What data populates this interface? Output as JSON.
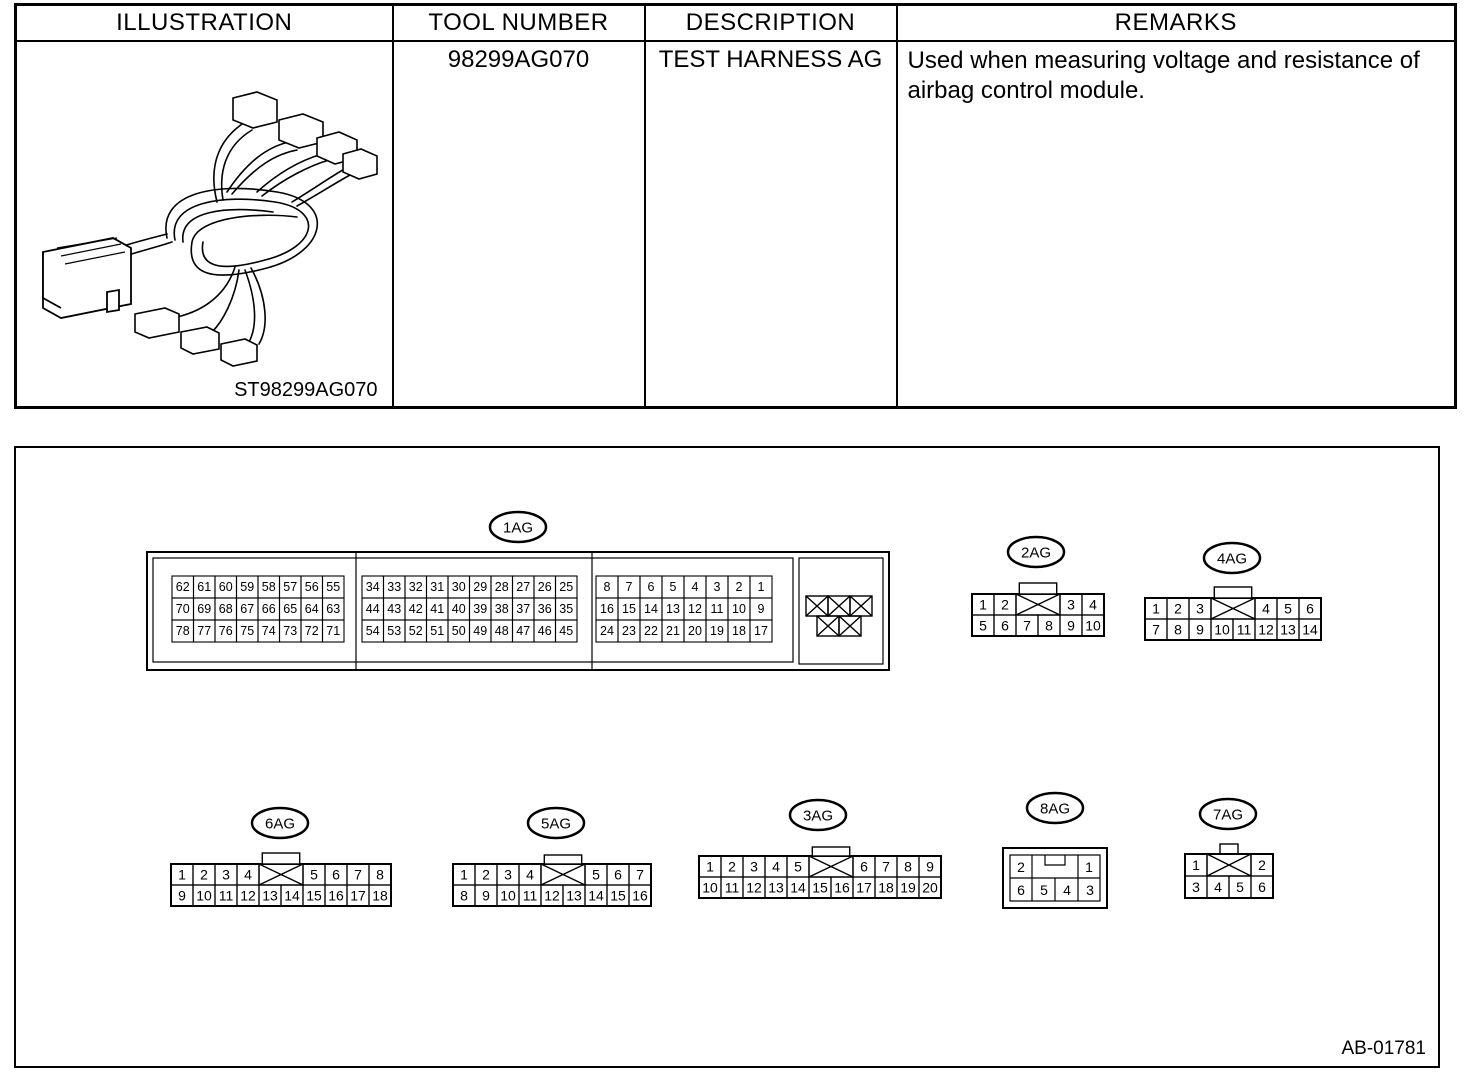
{
  "table": {
    "headers": [
      "ILLUSTRATION",
      "TOOL NUMBER",
      "DESCRIPTION",
      "REMARKS"
    ],
    "row": {
      "illustration_code": "ST98299AG070",
      "tool_number": "98299AG070",
      "description": "TEST HARNESS AG",
      "remarks": "Used when measuring voltage and resistance of airbag control module."
    }
  },
  "figure_code": "AB-01781",
  "connectors": {
    "c1": {
      "label": "1AG",
      "groups": [
        [
          [
            "62",
            "61",
            "60",
            "59",
            "58",
            "57",
            "56",
            "55"
          ],
          [
            "70",
            "69",
            "68",
            "67",
            "66",
            "65",
            "64",
            "63"
          ],
          [
            "78",
            "77",
            "76",
            "75",
            "74",
            "73",
            "72",
            "71"
          ]
        ],
        [
          [
            "34",
            "33",
            "32",
            "31",
            "30",
            "29",
            "28",
            "27",
            "26",
            "25"
          ],
          [
            "44",
            "43",
            "42",
            "41",
            "40",
            "39",
            "38",
            "37",
            "36",
            "35"
          ],
          [
            "54",
            "53",
            "52",
            "51",
            "50",
            "49",
            "48",
            "47",
            "46",
            "45"
          ]
        ],
        [
          [
            "8",
            "7",
            "6",
            "5",
            "4",
            "3",
            "2",
            "1"
          ],
          [
            "16",
            "15",
            "14",
            "13",
            "12",
            "11",
            "10",
            "9"
          ],
          [
            "24",
            "23",
            "22",
            "21",
            "20",
            "19",
            "18",
            "17"
          ]
        ]
      ]
    },
    "c2": {
      "label": "2AG",
      "rows": [
        [
          "1",
          "2",
          "X",
          "3",
          "4"
        ],
        [
          "5",
          "6",
          "7",
          "8",
          "9",
          "10"
        ]
      ]
    },
    "c4": {
      "label": "4AG",
      "rows": [
        [
          "1",
          "2",
          "3",
          "X",
          "4",
          "5",
          "6"
        ],
        [
          "7",
          "8",
          "9",
          "10",
          "11",
          "12",
          "13",
          "14"
        ]
      ]
    },
    "c6": {
      "label": "6AG",
      "rows": [
        [
          "1",
          "2",
          "3",
          "4",
          "X",
          "5",
          "6",
          "7",
          "8"
        ],
        [
          "9",
          "10",
          "11",
          "12",
          "13",
          "14",
          "15",
          "16",
          "17",
          "18"
        ]
      ]
    },
    "c5": {
      "label": "5AG",
      "rows": [
        [
          "1",
          "2",
          "3",
          "4",
          "X",
          "5",
          "6",
          "7"
        ],
        [
          "8",
          "9",
          "10",
          "11",
          "12",
          "13",
          "14",
          "15",
          "16"
        ]
      ]
    },
    "c3": {
      "label": "3AG",
      "rows": [
        [
          "1",
          "2",
          "3",
          "4",
          "5",
          "X",
          "6",
          "7",
          "8",
          "9"
        ],
        [
          "10",
          "11",
          "12",
          "13",
          "14",
          "15",
          "16",
          "17",
          "18",
          "19",
          "20"
        ]
      ]
    },
    "c8": {
      "label": "8AG",
      "rows": [
        [
          "2",
          "",
          "1"
        ],
        [
          "6",
          "5",
          "4",
          "3"
        ]
      ]
    },
    "c7": {
      "label": "7AG",
      "rows": [
        [
          "1",
          "X",
          "2"
        ],
        [
          "3",
          "4",
          "5",
          "6"
        ]
      ]
    }
  }
}
